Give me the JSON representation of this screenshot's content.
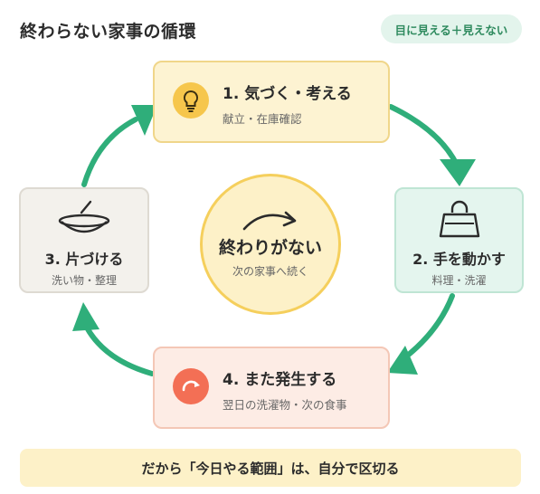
{
  "title": "終わらない家事の循環",
  "tag": "目に見える＋見えない",
  "center": {
    "label": "終わりがない",
    "sub": "次の家事へ続く"
  },
  "steps": [
    {
      "label": "1. 気づく・考える",
      "sub": "献立・在庫確認",
      "icon": "lightbulb-icon",
      "color": "#f6c64c"
    },
    {
      "label": "2. 手を動かす",
      "sub": "料理・洗濯",
      "icon": "shopping-bag-icon",
      "color": "#2e8a5e"
    },
    {
      "label": "3. 片づける",
      "sub": "洗い物・整理",
      "icon": "dish-icon",
      "color": "#333333"
    },
    {
      "label": "4. また発生する",
      "sub": "翌日の洗濯物・次の食事",
      "icon": "refresh-icon",
      "color": "#f36f55"
    }
  ],
  "footer": "だから「今日やる範囲」は、自分で区切る",
  "colors": {
    "arrow": "#2fae7a",
    "accent_yellow": "#f5cf5c"
  }
}
